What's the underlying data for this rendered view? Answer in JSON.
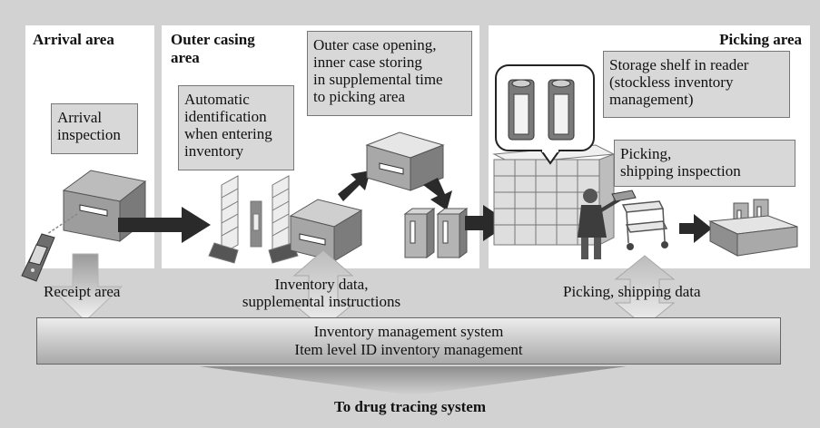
{
  "areas": {
    "arrival": "Arrival area",
    "outer_casing": "Outer casing\narea",
    "picking": "Picking area"
  },
  "notes": {
    "arrival_inspection": "Arrival\ninspection",
    "automatic_identification": "Automatic\nidentification\nwhen entering\ninventory",
    "outer_case_opening": "Outer case opening,\ninner case storing\nin supplemental time\nto picking area",
    "storage_shelf": "Storage shelf in reader\n(stockless inventory\nmanagement)",
    "picking_inspection": "Picking,\nshipping inspection"
  },
  "data_labels": {
    "receipt": "Receipt area",
    "inventory_data": "Inventory data,\nsupplemental instructions",
    "picking_data": "Picking, shipping data"
  },
  "system": {
    "line1": "Inventory management system",
    "line2": "Item level ID inventory management"
  },
  "footer": "To drug tracing system",
  "colors": {
    "background": "#d2d2d2",
    "panel": "#ffffff",
    "note_fill": "#d8d8d8",
    "arrow_dark": "#2a2a2a"
  }
}
